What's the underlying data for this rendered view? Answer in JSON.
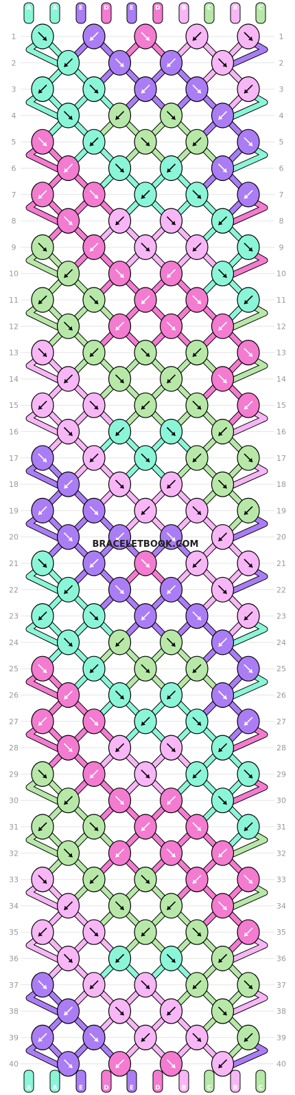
{
  "watermark": "BRACELETBOOK.COM",
  "palette": {
    "A": "#8bf5d8",
    "B": "#f7b6f5",
    "C": "#b7e8a8",
    "D": "#f37bd0",
    "E": "#ab7df5"
  },
  "strand_labels": [
    "A",
    "A",
    "E",
    "D",
    "E",
    "D",
    "B",
    "C",
    "B",
    "C"
  ],
  "row_labels": [
    "1",
    "2",
    "3",
    "4",
    "5",
    "6",
    "7",
    "8",
    "9",
    "10",
    "11",
    "12",
    "13",
    "14",
    "15",
    "16",
    "17",
    "18",
    "19",
    "20",
    "21",
    "22",
    "23",
    "24",
    "25",
    "26",
    "27",
    "28",
    "29",
    "30",
    "31",
    "32",
    "33",
    "34",
    "35",
    "36",
    "37",
    "38",
    "39",
    "40"
  ],
  "knot_pattern": {
    "odd_rows": [
      [
        "A",
        "E",
        "D",
        "B",
        "B"
      ],
      [
        "A",
        "A",
        "E",
        "E",
        "B"
      ],
      [
        "D",
        "A",
        "C",
        "C",
        "E"
      ],
      [
        "D",
        "D",
        "A",
        "A",
        "E"
      ],
      [
        "C",
        "D",
        "B",
        "B",
        "A"
      ],
      [
        "C",
        "C",
        "D",
        "D",
        "A"
      ],
      [
        "B",
        "C",
        "C",
        "C",
        "D"
      ],
      [
        "B",
        "B",
        "C",
        "C",
        "D"
      ],
      [
        "E",
        "B",
        "A",
        "C",
        "C"
      ],
      [
        "E",
        "E",
        "B",
        "B",
        "C"
      ],
      [
        "A",
        "E",
        "D",
        "B",
        "B"
      ],
      [
        "A",
        "A",
        "E",
        "E",
        "B"
      ],
      [
        "D",
        "A",
        "C",
        "C",
        "E"
      ],
      [
        "D",
        "D",
        "A",
        "A",
        "E"
      ],
      [
        "C",
        "D",
        "B",
        "A",
        "A"
      ],
      [
        "C",
        "C",
        "D",
        "D",
        "A"
      ],
      [
        "B",
        "C",
        "C",
        "D",
        "D"
      ],
      [
        "B",
        "B",
        "C",
        "C",
        "D"
      ],
      [
        "E",
        "B",
        "B",
        "C",
        "C"
      ],
      [
        "E",
        "E",
        "B",
        "B",
        "C"
      ]
    ],
    "even_rows": [
      [
        "A",
        "E",
        "E",
        "B"
      ],
      [
        "A",
        "C",
        "C",
        "E"
      ],
      [
        "D",
        "A",
        "A",
        "E"
      ],
      [
        "D",
        "B",
        "B",
        "A"
      ],
      [
        "C",
        "D",
        "D",
        "A"
      ],
      [
        "C",
        "D",
        "D",
        "D"
      ],
      [
        "B",
        "C",
        "C",
        "D"
      ],
      [
        "B",
        "A",
        "A",
        "C"
      ],
      [
        "E",
        "B",
        "B",
        "C"
      ],
      [
        "E",
        "E",
        "E",
        "B"
      ],
      [
        "A",
        "E",
        "E",
        "B"
      ],
      [
        "A",
        "C",
        "C",
        "E"
      ],
      [
        "D",
        "A",
        "A",
        "E"
      ],
      [
        "D",
        "B",
        "B",
        "A"
      ],
      [
        "C",
        "D",
        "D",
        "A"
      ],
      [
        "C",
        "D",
        "D",
        "D"
      ],
      [
        "B",
        "C",
        "C",
        "D"
      ],
      [
        "B",
        "A",
        "A",
        "C"
      ],
      [
        "E",
        "B",
        "B",
        "C"
      ],
      [
        "E",
        "D",
        "D",
        "B"
      ]
    ]
  }
}
